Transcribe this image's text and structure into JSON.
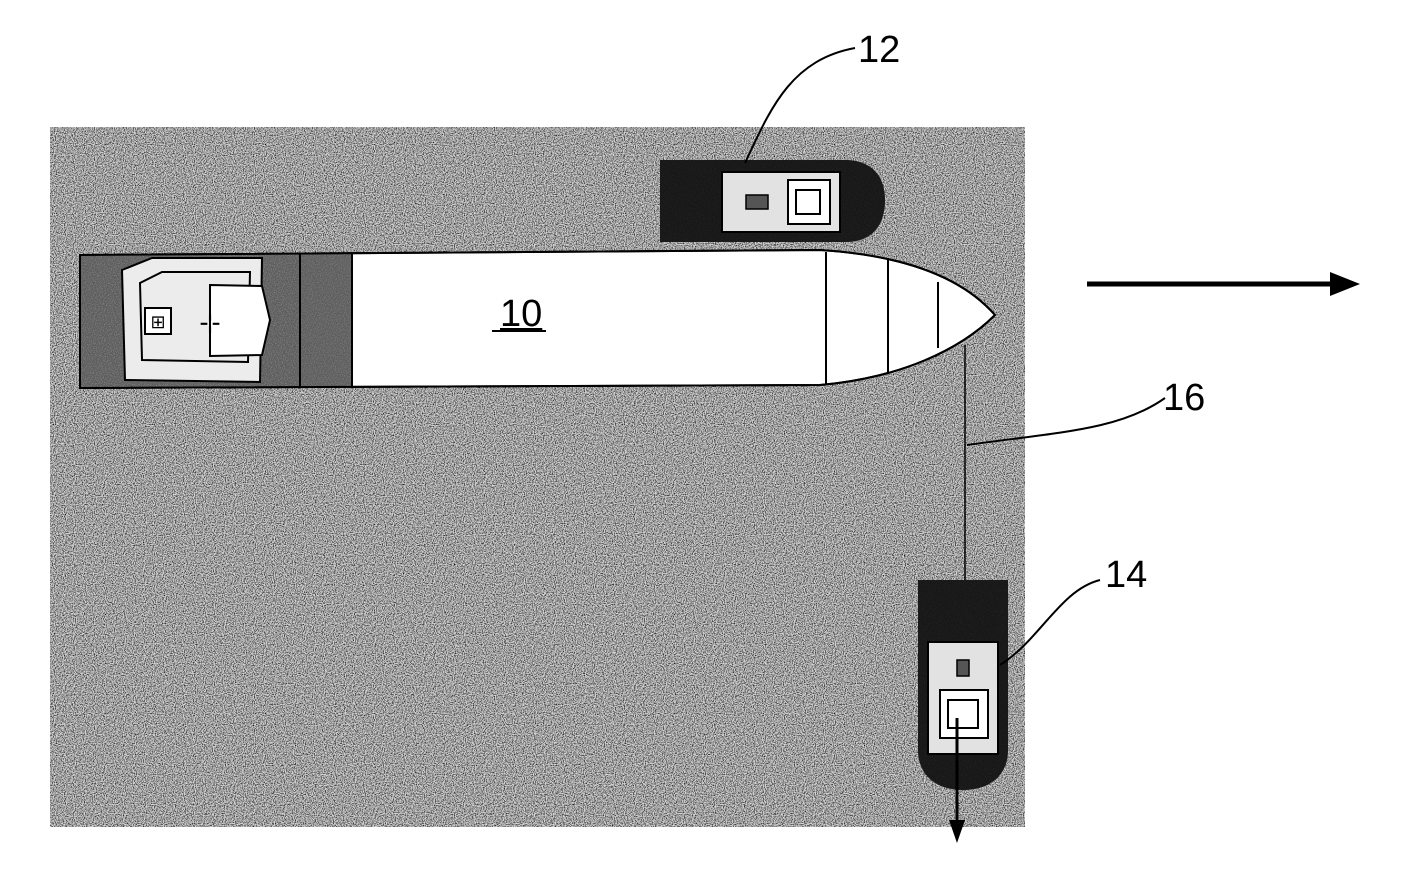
{
  "labels": {
    "ship_main": "10",
    "tug_side": "12",
    "tug_tow": "14",
    "towline": "16"
  },
  "colors": {
    "water": "#b9b9b9",
    "ink": "#000000",
    "tug_hull": "#3a3a3a"
  },
  "arrows": {
    "heading_icon": "right-arrow-icon",
    "tow_pull_icon": "down-arrow-icon"
  }
}
